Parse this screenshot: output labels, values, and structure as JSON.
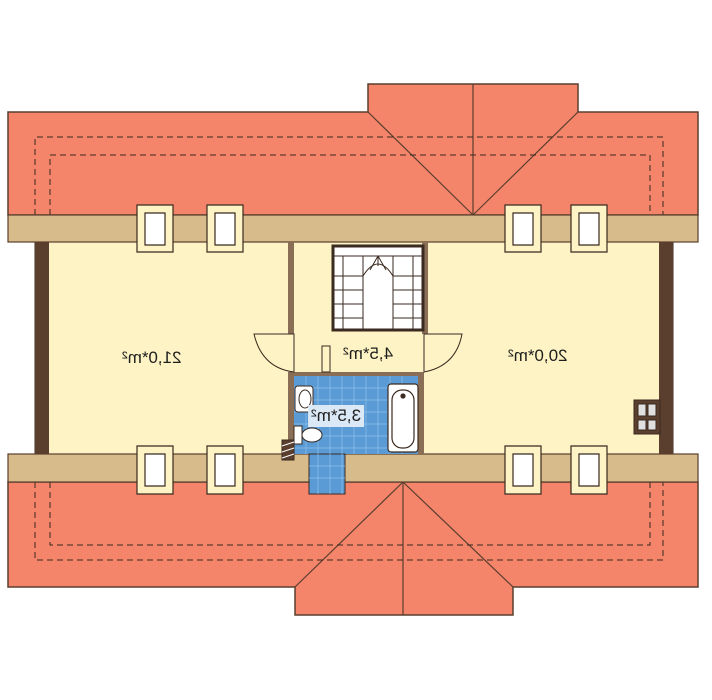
{
  "plan": {
    "rooms": [
      {
        "id": "left-room",
        "area": "21,0*m²"
      },
      {
        "id": "hall",
        "area": "4,5*m²"
      },
      {
        "id": "right-room",
        "area": "20,0*m²"
      },
      {
        "id": "bathroom",
        "area": "3,5*m²"
      }
    ]
  },
  "colors": {
    "roof": "#f4846a",
    "wall": "#d8bb8a",
    "floor": "#fdf3c4",
    "bath_tile": "#5b9bd5",
    "window_frame": "#ffffff",
    "dormer_wall": "#5a3e2e",
    "outline": "#3a2a20"
  }
}
